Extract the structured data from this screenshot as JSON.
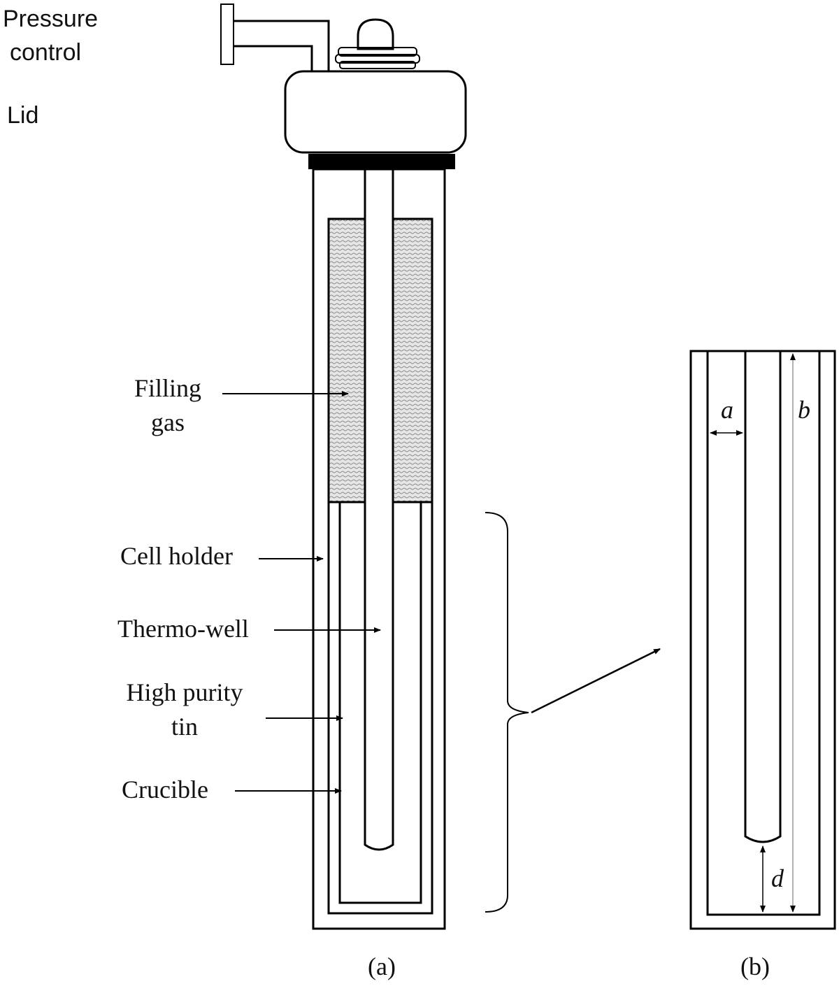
{
  "labels": {
    "pressure_control_line1": "Pressure",
    "pressure_control_line2": "control",
    "lid": "Lid",
    "filling_gas_line1": "Filling",
    "filling_gas_line2": "gas",
    "cell_holder": "Cell holder",
    "thermo_well": "Thermo-well",
    "high_purity_tin_line1": "High purity",
    "high_purity_tin_line2": "tin",
    "crucible": "Crucible"
  },
  "detail": {
    "dim_a": "a",
    "dim_b": "b",
    "dim_d": "d"
  },
  "captions": {
    "panel_a": "(a)",
    "panel_b": "(b)"
  },
  "colors": {
    "line": "#000000",
    "text": "#111111",
    "gas_fill": "#d9d9d9",
    "dim_line_b": "#9a9a9a"
  }
}
